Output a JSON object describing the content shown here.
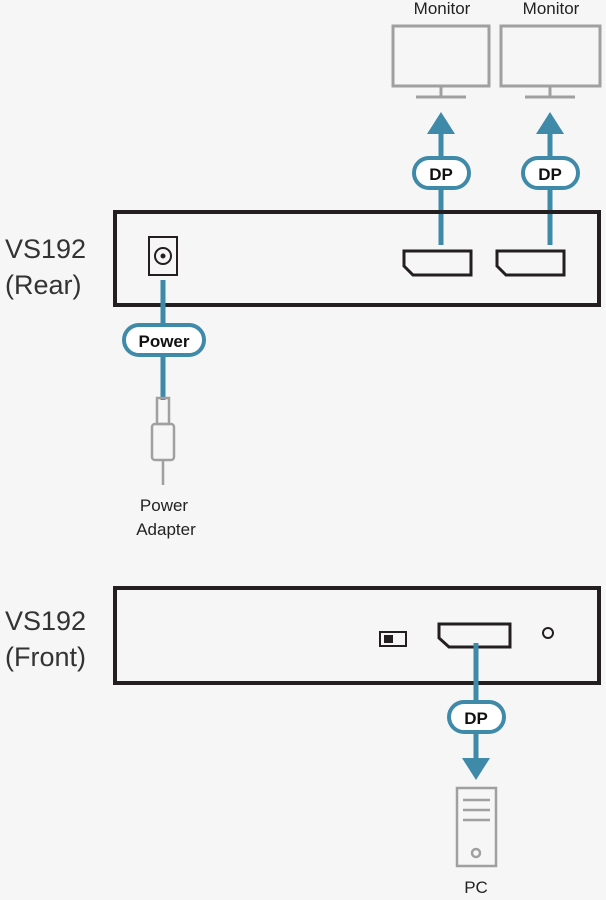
{
  "rear": {
    "title_line1": "VS192",
    "title_line2": "(Rear)",
    "power_label": "Power",
    "adapter_line1": "Power",
    "adapter_line2": "Adapter",
    "dp_label_1": "DP",
    "dp_label_2": "DP",
    "monitor_1": "Monitor",
    "monitor_2": "Monitor"
  },
  "front": {
    "title_line1": "VS192",
    "title_line2": "(Front)",
    "dp_label": "DP",
    "pc_label": "PC"
  },
  "colors": {
    "cable": "#3f8aa8",
    "outline": "#231f20",
    "device_gray": "#a0a0a0",
    "background": "#f6f6f6"
  }
}
